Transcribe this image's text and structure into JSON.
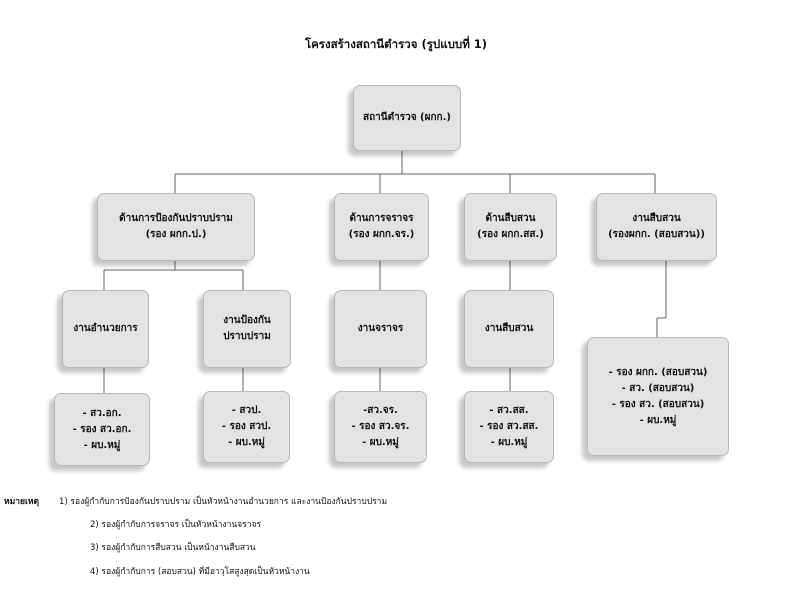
{
  "title": "โครงสร้างสถานีตำรวจ (รูปแบบที่ 1)",
  "root": {
    "label": "สถานีตำรวจ (ผกก.)"
  },
  "divisions": [
    {
      "lines": [
        "ด้านการป้องกันปราบปราม",
        "(รอง ผกก.ป.)"
      ],
      "units": [
        {
          "name": "งานอำนวยการ",
          "staff": [
            "- สว.อก.",
            "- รอง สว.อก.",
            "- ผบ.หมู่"
          ]
        },
        {
          "name": "งานป้องกัน ปราบปราม",
          "staff": [
            "- สวป.",
            "- รอง สวป.",
            "- ผบ.หมู่"
          ]
        }
      ]
    },
    {
      "lines": [
        "ด้านการจราจร",
        "(รอง ผกก.จร.)"
      ],
      "units": [
        {
          "name": "งานจราจร",
          "staff": [
            "-สว.จร.",
            "- รอง สว.จร.",
            "- ผบ.หมู่"
          ]
        }
      ]
    },
    {
      "lines": [
        "ด้านสืบสวน",
        "(รอง ผกก.สส.)"
      ],
      "units": [
        {
          "name": "งานสืบสวน",
          "staff": [
            "- สว.สส.",
            "- รอง สว.สส.",
            "- ผบ.หมู่"
          ]
        }
      ]
    },
    {
      "lines": [
        "งานสืบสวน",
        "(รองผกก. (สอบสวน))"
      ],
      "staff": [
        "- รอง ผกก. (สอบสวน)",
        "- สว. (สอบสวน)",
        "- รอง สว. (สอบสวน)",
        "- ผบ.หมู่"
      ]
    }
  ],
  "notes": {
    "label": "หมายเหตุ",
    "items": [
      "1) รองผู้กำกับการป้องกันปราบปราม เป็นหัวหน้างานอำนวยการ และงานป้องกันปราบปราม",
      "2) รองผู้กำกับการจราจร เป็นหัวหน้างานจราจร",
      "3) รองผู้กำกับการสืบสวน เป็นหน้างานสืบสวน",
      "4) รองผู้กำกับการ (สอบสวน) ที่มีอาวุโสสูงสุดเป็นหัวหน้างาน"
    ]
  }
}
